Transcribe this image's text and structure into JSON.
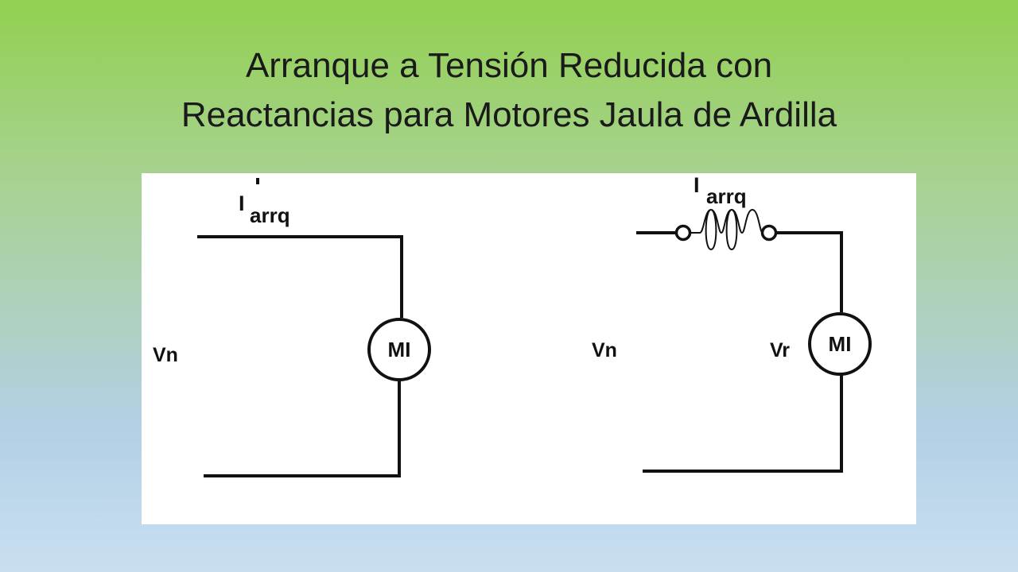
{
  "slide": {
    "title_line1": "Arranque a Tensión Reducida con",
    "title_line2": "Reactancias para Motores Jaula de Ardilla"
  },
  "diagram": {
    "left": {
      "current_symbol": "I",
      "current_subscript": "arrq",
      "supply_label": "Vn",
      "motor_label": "MI"
    },
    "right": {
      "current_symbol": "I",
      "current_subscript": "arrq",
      "supply_label": "Vn",
      "motor_voltage_label": "Vr",
      "motor_label": "MI"
    }
  }
}
